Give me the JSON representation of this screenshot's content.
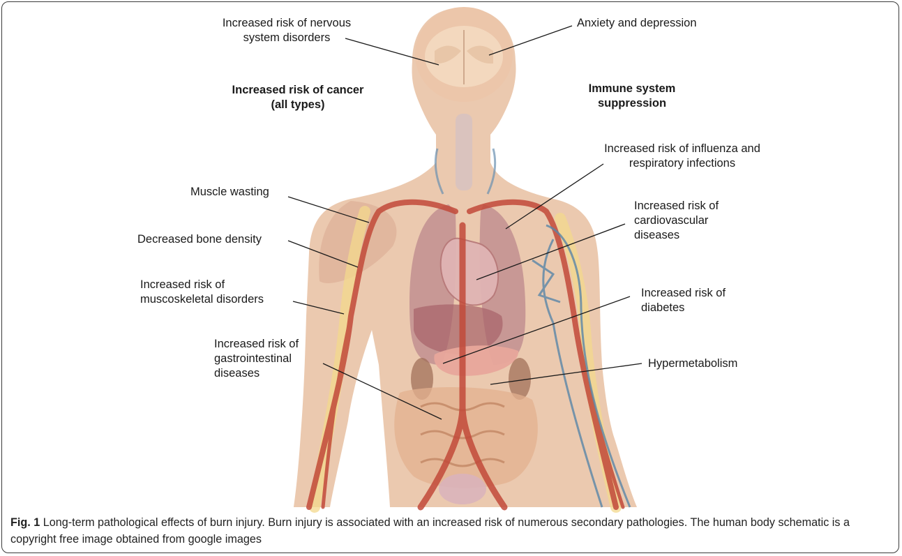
{
  "labels": {
    "nervous": "Increased risk of nervous\nsystem disorders",
    "anxiety": "Anxiety and depression",
    "cancer": "Increased risk of cancer\n(all types)",
    "immune": "Immune system\nsuppression",
    "influenza": "Increased risk of influenza and\nrespiratory infections",
    "muscle": "Muscle wasting",
    "cardio": "Increased risk of\ncardiovascular\ndiseases",
    "bone": "Decreased bone density",
    "musculoskeletal": "Increased risk of\nmuscoskeletal disorders",
    "diabetes": "Increased risk of\ndiabetes",
    "gastro": "Increased risk of\ngastrointestinal\ndiseases",
    "hypermetabolism": "Hypermetabolism"
  },
  "caption": {
    "fig_label": "Fig. 1",
    "text": " Long-term pathological effects of burn injury. Burn injury is associated with an increased risk of numerous secondary pathologies. The human body schematic is a copyright free image obtained from google images"
  },
  "colors": {
    "skin": "#e9c3a6",
    "artery": "#c24a3a",
    "vein": "#5a86a8",
    "bone": "#f3d88c",
    "organ": "#b9838a"
  }
}
